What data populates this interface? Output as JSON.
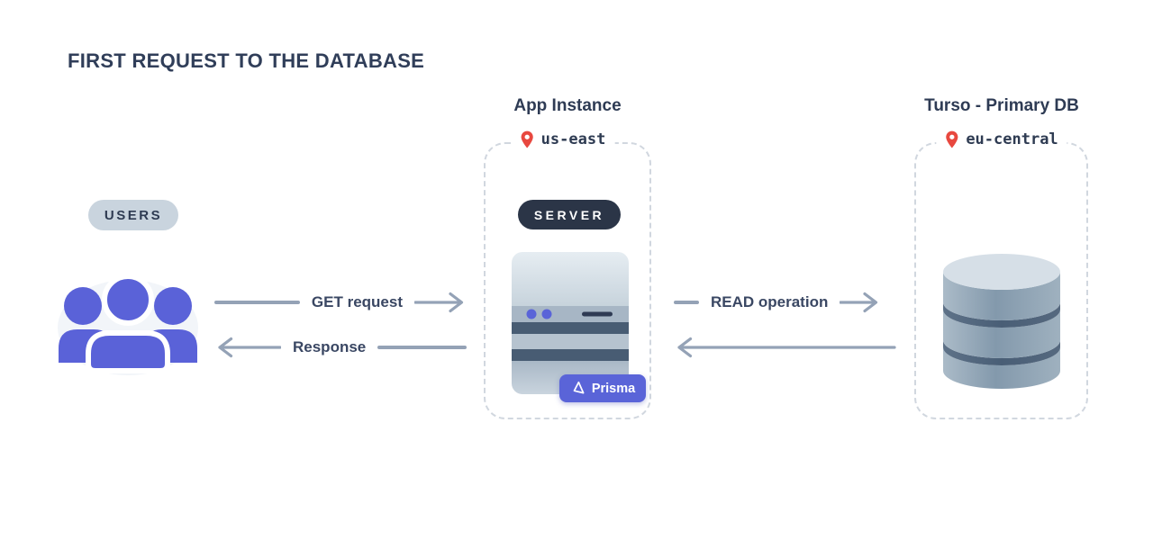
{
  "title": "FIRST REQUEST TO THE DATABASE",
  "users": {
    "badge": "USERS"
  },
  "app_instance": {
    "title": "App Instance",
    "region": "us-east",
    "server_badge": "SERVER",
    "prisma_badge": "Prisma"
  },
  "turso_db": {
    "title": "Turso - Primary DB",
    "region": "eu-central"
  },
  "arrows": {
    "get_request": "GET request",
    "response": "Response",
    "read_operation": "READ operation"
  },
  "colors": {
    "accent_indigo": "#5A64D8",
    "navy_text": "#2E3B54",
    "arrow_gray": "#94A2B6",
    "badge_dark_bg": "#2B3547",
    "badge_light_bg": "#C9D4DE",
    "pin_red": "#E8483F",
    "dashed_border": "#D1D7DF"
  }
}
